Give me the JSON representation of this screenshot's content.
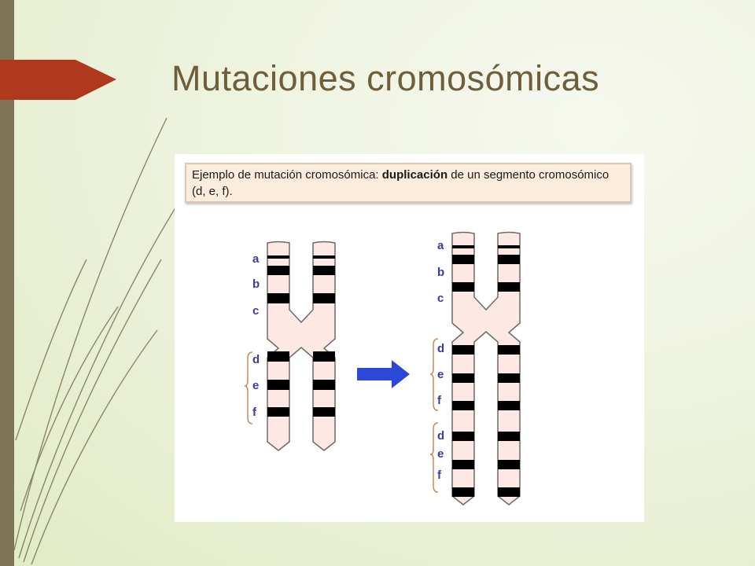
{
  "slide": {
    "title": "Mutaciones cromosómicas"
  },
  "figure": {
    "caption_prefix": "Ejemplo de mutación cromosómica: ",
    "caption_bold": "duplicación",
    "caption_suffix": " de un segmento cromosómico (d, e, f).",
    "before_labels": [
      "a",
      "b",
      "c",
      "d",
      "e",
      "f"
    ],
    "after_labels": [
      "a",
      "b",
      "c",
      "d",
      "e",
      "f",
      "d",
      "e",
      "f"
    ]
  },
  "colors": {
    "accent_bar": "#7d7455",
    "title_arrow": "#b0381c",
    "title_text": "#6e5e3c",
    "chromosome_fill": "#fde8e3",
    "band": "#000000",
    "label": "#3a3aa0",
    "bracket": "#c68b5a",
    "arrow": "#2b48d6"
  }
}
